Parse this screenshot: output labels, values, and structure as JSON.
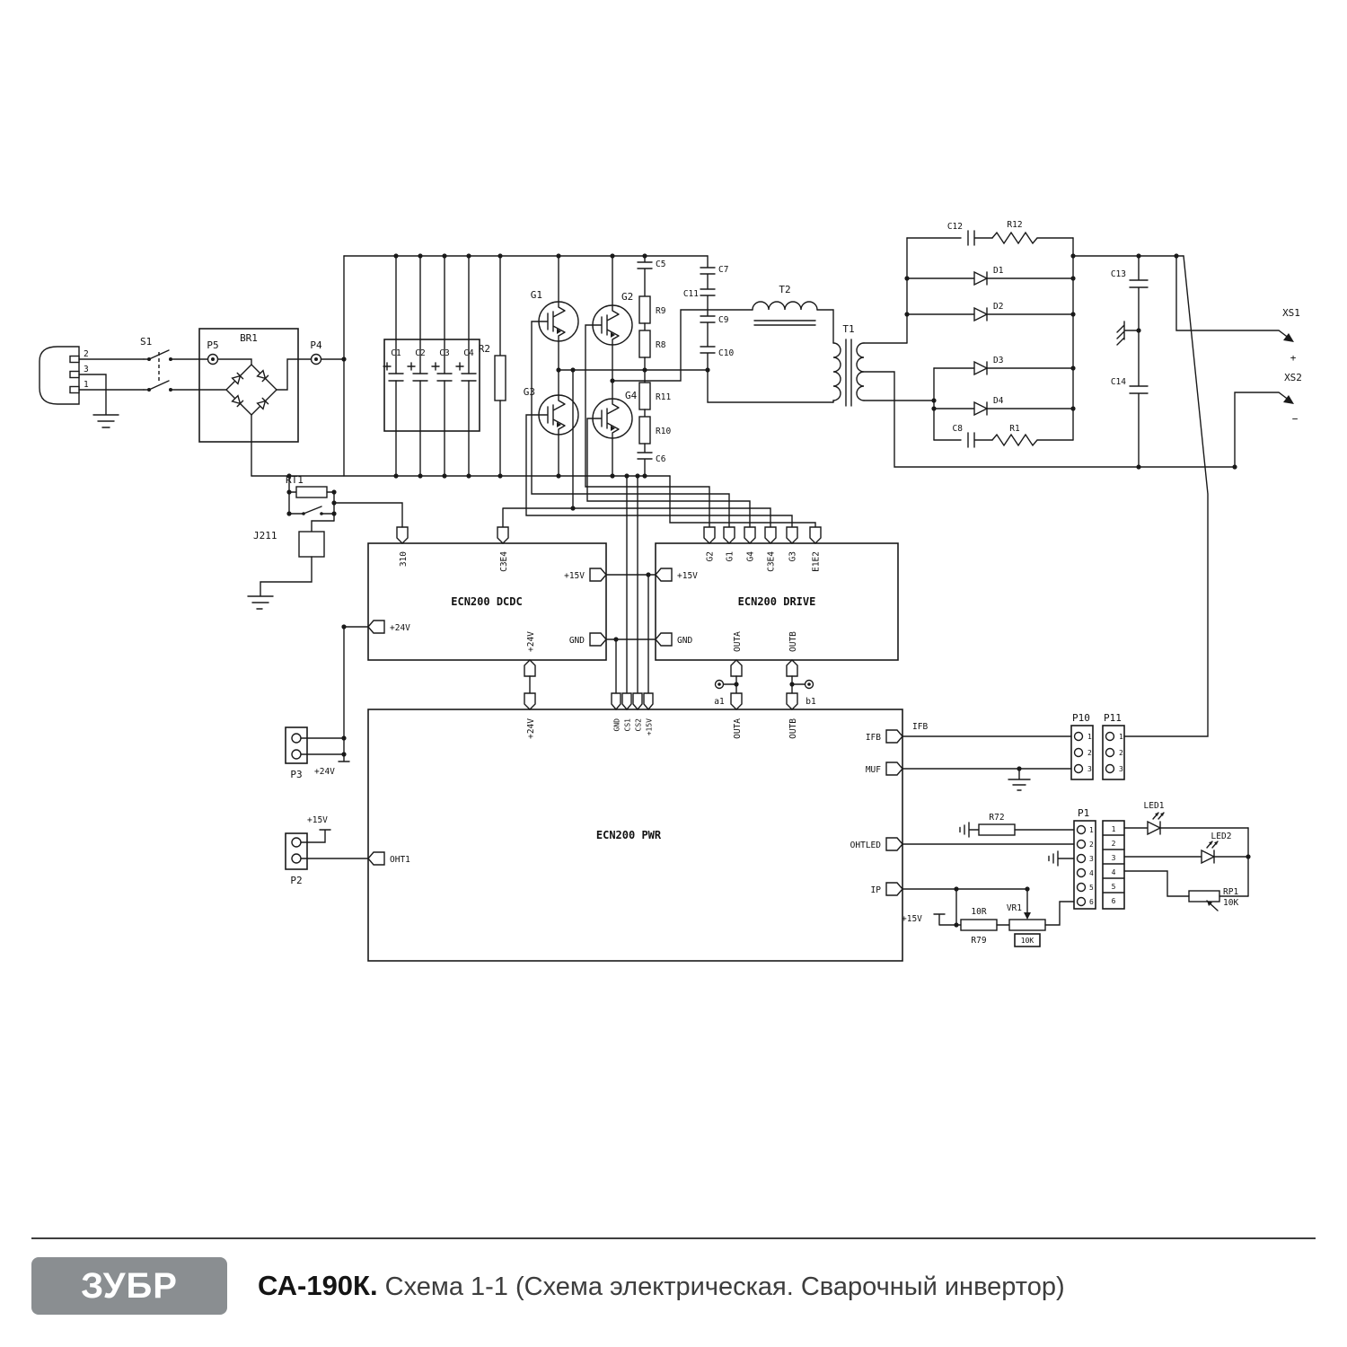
{
  "footer": {
    "brand": "ЗУБР",
    "model": "СА-190К.",
    "subtitle": "Схема 1-1 (Схема электрическая. Сварочный инвертор)"
  },
  "input": {
    "pin2": "2",
    "pin3": "3",
    "pin1": "1",
    "s1": "S1",
    "p5": "P5",
    "br1": "BR1",
    "p4": "P4"
  },
  "dclink": {
    "c1": "C1",
    "c2": "C2",
    "c3": "C3",
    "c4": "C4",
    "r2": "R2",
    "rt1": "RT1",
    "j211": "J211"
  },
  "inverter": {
    "g1": "G1",
    "g2": "G2",
    "g3": "G3",
    "g4": "G4",
    "c5": "C5",
    "r9": "R9",
    "r8": "R8",
    "r11": "R11",
    "r10": "R10",
    "c6": "C6",
    "c7": "C7",
    "c11": "C11",
    "c9": "C9",
    "c10": "C10",
    "t2": "T2",
    "t1": "T1"
  },
  "secondary": {
    "c12": "C12",
    "r12": "R12",
    "d1": "D1",
    "d2": "D2",
    "d3": "D3",
    "d4": "D4",
    "c8": "C8",
    "r1": "R1",
    "c13": "C13",
    "c14": "C14",
    "xs1": "XS1",
    "xs1_sign": "+",
    "xs2": "XS2",
    "xs2_sign": "−"
  },
  "dcdc": {
    "name": "ECN200 DCDC",
    "pin_310": "310",
    "pin_c3e4": "C3E4",
    "pin_24v": "+24V",
    "pin_15v": "+15V",
    "pin_gnd": "GND",
    "pin_24v_bottom": "+24V"
  },
  "drive": {
    "name": "ECN200 DRIVE",
    "pin_15v": "+15V",
    "pin_gnd": "GND",
    "top_pins": [
      "G2",
      "G1",
      "G4",
      "C3E4",
      "G3",
      "E1E2"
    ],
    "pin_outa": "OUTA",
    "pin_outb": "OUTB",
    "tp_a": "a1",
    "tp_b": "b1"
  },
  "pwr": {
    "name": "ECN200 PWR",
    "pin_24v": "+24V",
    "top_pins": [
      "GND",
      "CS1",
      "CS2",
      "+15V"
    ],
    "pin_outa": "OUTA",
    "pin_outb": "OUTB",
    "pin_ifb": "IFB",
    "pin_muf": "MUF",
    "pin_ohtled": "OHTLED",
    "pin_ip": "IP",
    "pin_oht1": "OHT1",
    "net_ifb": "IFB"
  },
  "connectors": {
    "p3": "P3",
    "p3_rail": "+24V",
    "p2": "P2",
    "p2_rail": "+15V",
    "p10": "P10",
    "p11": "P11",
    "pins3": [
      "1",
      "2",
      "3"
    ],
    "p1": "P1",
    "pins6": [
      "1",
      "2",
      "3",
      "4",
      "5",
      "6"
    ],
    "r72": "R72",
    "led1": "LED1",
    "led2": "LED2",
    "rp1": "RP1",
    "rp1_val": "10K",
    "r79_val": "10R",
    "r79": "R79",
    "vr1": "VR1",
    "vr1_val": "10K",
    "v15": "+15V"
  }
}
